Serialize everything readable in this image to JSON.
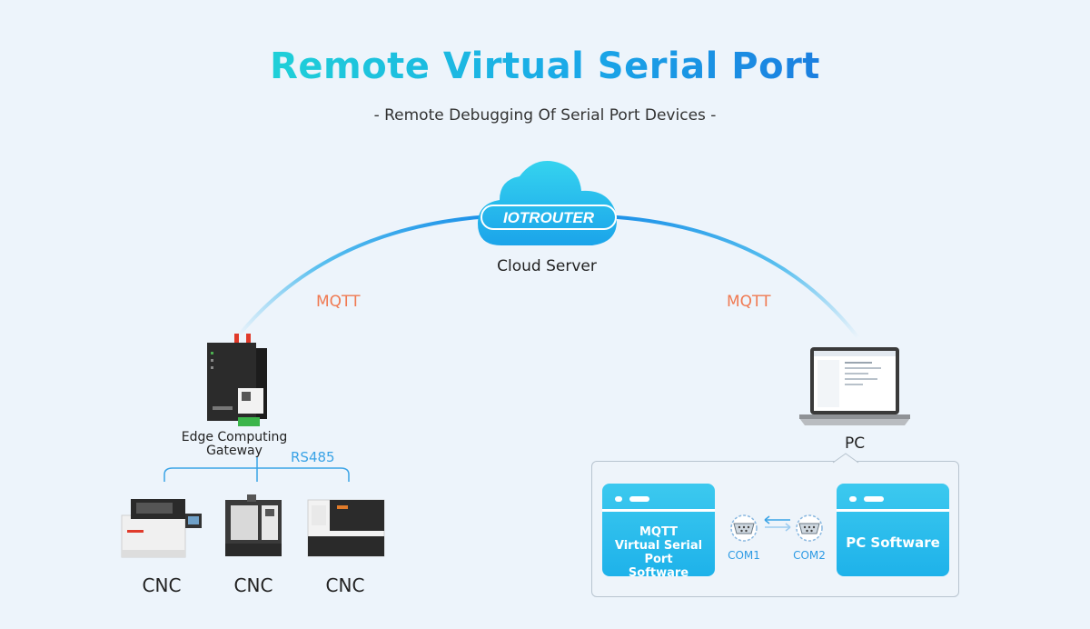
{
  "header": {
    "title": "Remote Virtual Serial Port",
    "subtitle": "-  Remote Debugging Of Serial Port Devices  -"
  },
  "cloud": {
    "logo_text": "IOTROUTER",
    "label": "Cloud Server"
  },
  "links": {
    "left_protocol": "MQTT",
    "right_protocol": "MQTT",
    "bus_protocol": "RS485"
  },
  "gateway": {
    "label_line1": "Edge Computing",
    "label_line2": "Gateway"
  },
  "machines": [
    {
      "label": "CNC"
    },
    {
      "label": "CNC"
    },
    {
      "label": "CNC"
    }
  ],
  "pc": {
    "label": "PC"
  },
  "software": {
    "left_card": [
      "MQTT",
      "Virtual Serial Port",
      "Software"
    ],
    "right_card": "PC Software",
    "port_left": "COM1",
    "port_right": "COM2"
  },
  "colors": {
    "accent_blue": "#1eb2ea",
    "mqtt_orange": "#f07a52",
    "rs485_blue": "#3aa3e6",
    "background": "#edf4fb"
  }
}
